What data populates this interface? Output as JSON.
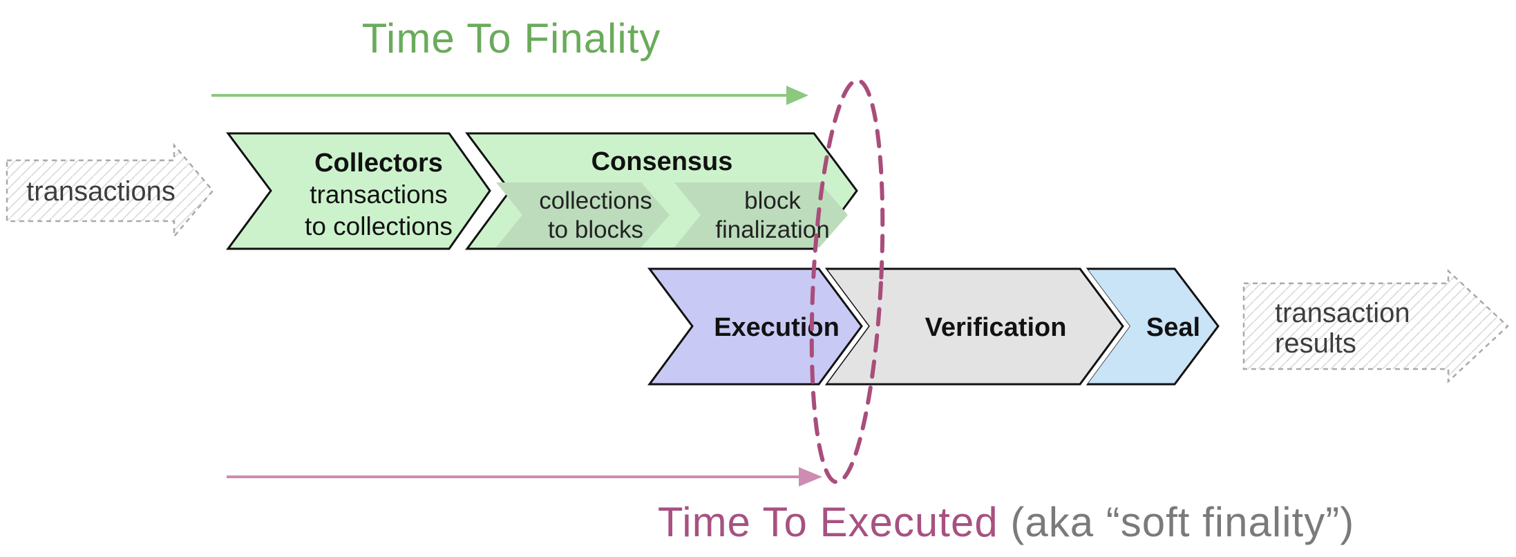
{
  "diagram": {
    "top_caption": "Time To Finality",
    "bottom_caption": "Time To Executed",
    "bottom_caption_suffix": " (aka “soft finality”)",
    "input_arrow": {
      "label": "transactions"
    },
    "output_arrow": {
      "line1": "transaction",
      "line2": "results"
    },
    "stages": {
      "collectors": {
        "title": "Collectors",
        "line1": "transactions",
        "line2": "to collections"
      },
      "consensus": {
        "title": "Consensus",
        "sub1": {
          "line1": "collections",
          "line2": "to blocks"
        },
        "sub2": {
          "line1": "block",
          "line2": "finalization"
        }
      },
      "execution": {
        "title": "Execution"
      },
      "verification": {
        "title": "Verification"
      },
      "seal": {
        "title": "Seal"
      }
    },
    "colors": {
      "green_title": "#6aab5b",
      "green_arrow": "#8cc87e",
      "chevron_green": "#ccf2cc",
      "chevron_green_inner": "#bcdcbc",
      "chevron_purple": "#c9c9f5",
      "chevron_gray": "#e3e3e3",
      "chevron_blue": "#c9e3f7",
      "maroon_ellipse": "#a94d7a",
      "maroon_text": "#a75181",
      "pink_arrow": "#cd8cb0",
      "caption_gray": "#7a7a7a",
      "hatch_line": "#d9d9d9"
    }
  }
}
